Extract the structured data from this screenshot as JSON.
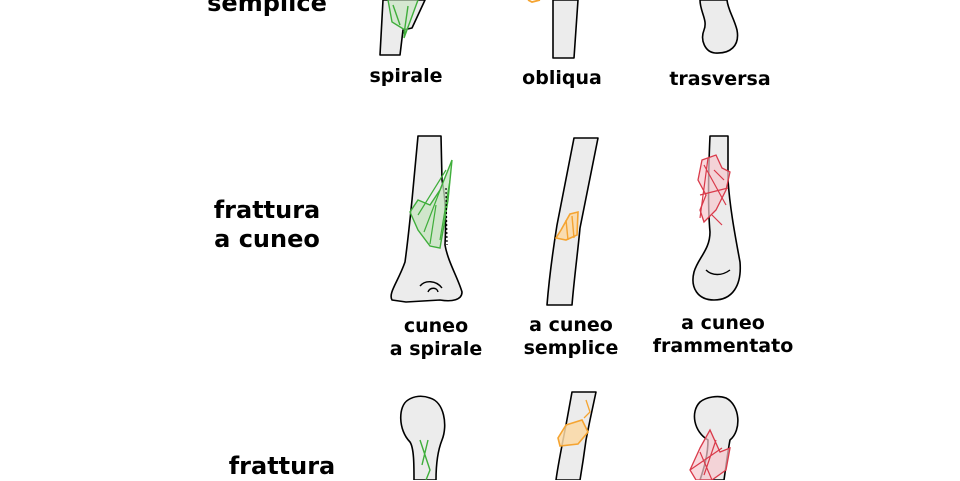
{
  "rows": [
    {
      "id": "semplice",
      "title_lines": [
        "semplice"
      ],
      "captions": [
        [
          "spirale"
        ],
        [
          "obliqua"
        ],
        [
          "trasversa"
        ]
      ]
    },
    {
      "id": "cuneo",
      "title_lines": [
        "frattura",
        "a cuneo"
      ],
      "captions": [
        [
          "cuneo",
          "a spirale"
        ],
        [
          "a cuneo",
          "semplice"
        ],
        [
          "a cuneo",
          "frammentato"
        ]
      ]
    },
    {
      "id": "complessa",
      "title_lines": [
        "frattura"
      ],
      "captions": []
    }
  ],
  "colors": {
    "spiral_lines": "#3fae3b",
    "wedge_lines": "#f5a431",
    "fragmented_lines": "#d93a4a",
    "bone_fill": "#ececec",
    "outline": "#000000"
  }
}
